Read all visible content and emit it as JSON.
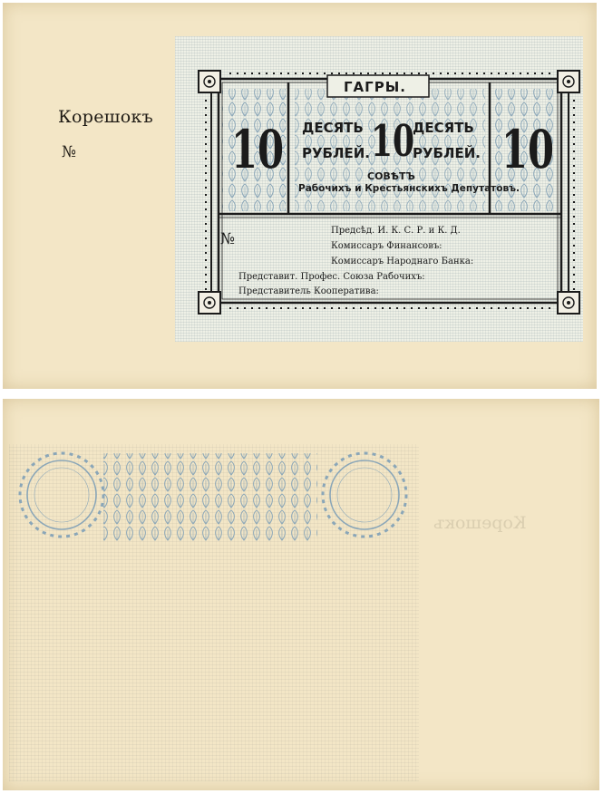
{
  "stub": {
    "label": "Корешокъ",
    "number_sign": "№"
  },
  "note": {
    "place": "ГАГРЫ.",
    "denomination_word": "ДЕСЯТЬ",
    "currency_word": "РУБЛЕЙ.",
    "numeral": "10",
    "council_title": "СОВѢТЪ",
    "council_subtitle": "Рабочихъ и Крестьянскихъ Депутатовъ.",
    "number_sign": "№",
    "signature_lines": [
      "Предсѣд. И. К. С. Р. и К. Д.",
      "Комиссаръ Финансовъ:",
      "Комиссаръ Народнаго Банка:",
      "Представит. Профес. Союза Рабочихъ:",
      "Представитель Кооператива:"
    ]
  },
  "colors": {
    "paper": "#f3e6c6",
    "ink": "#1b1b1b",
    "guilloche": "#8aa6b8"
  }
}
